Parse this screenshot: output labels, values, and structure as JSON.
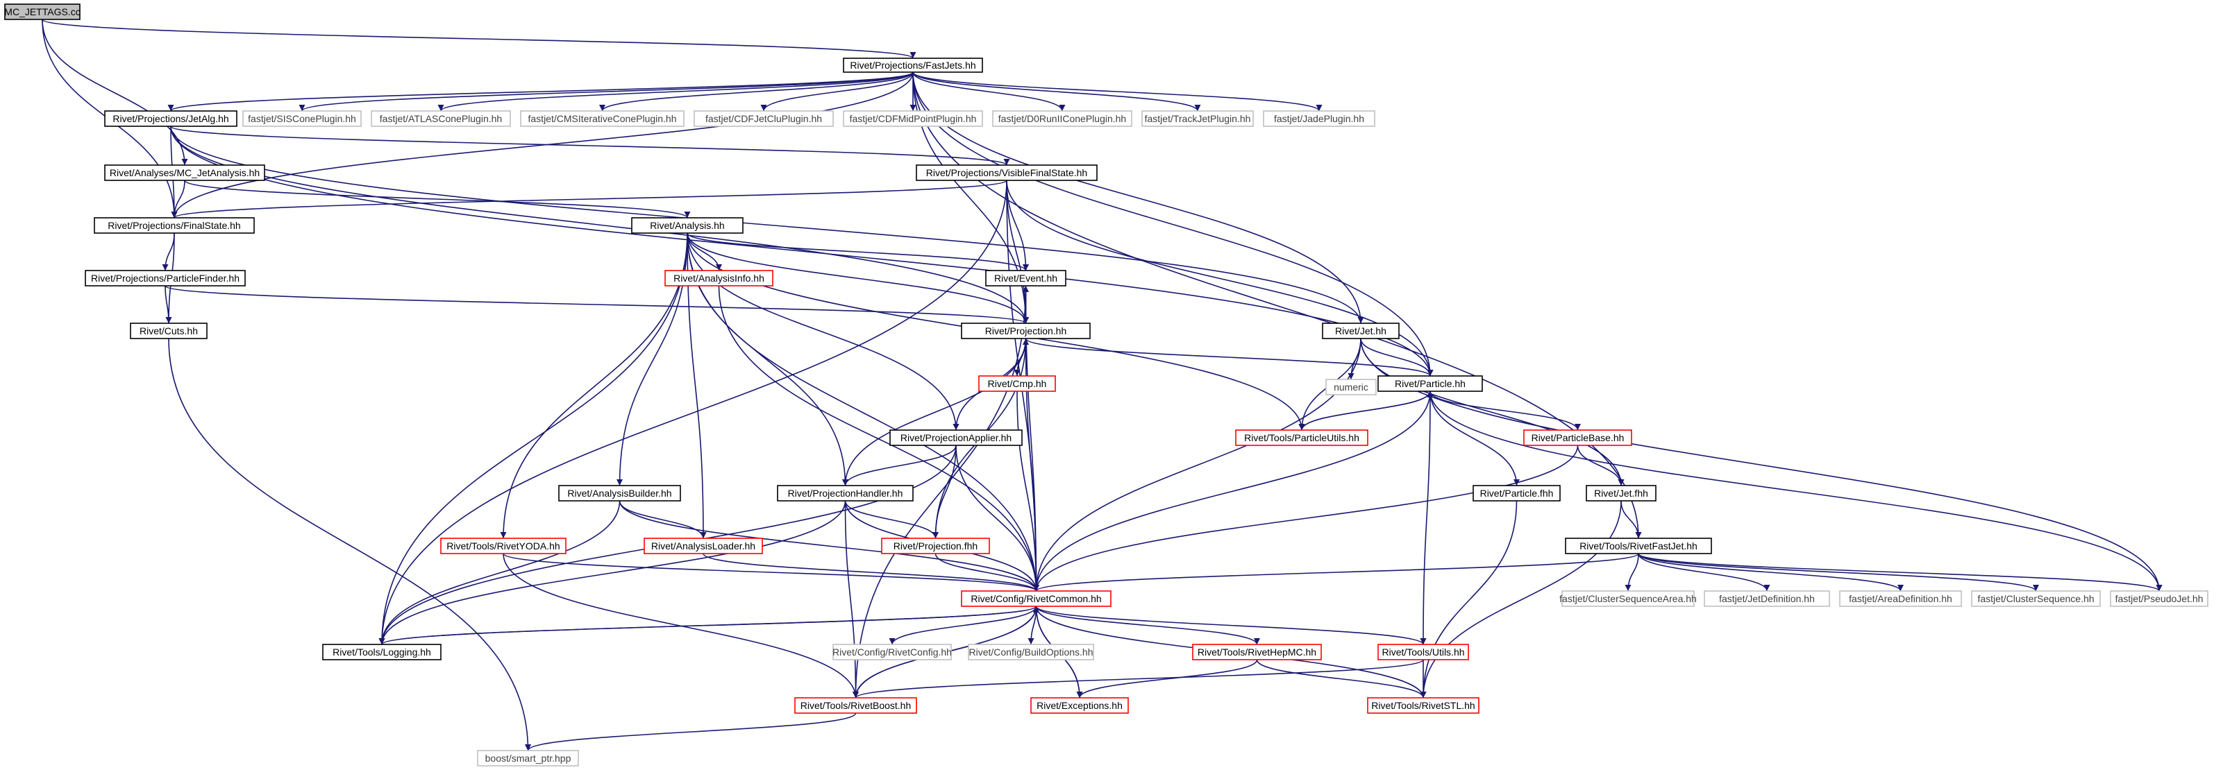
{
  "title": "MC_JETTAGS.cc",
  "colors": {
    "edge": "#191970",
    "documented_border": "#000000",
    "undocumented_border": "#ff0000",
    "external_border": "#bfbfbf",
    "root_fill": "#bfbfbf",
    "text": "#000000",
    "external_text": "#404040"
  },
  "nodes": [
    {
      "id": "n0",
      "label": "MC_JETTAGS.cc",
      "kind": "root"
    },
    {
      "id": "n1",
      "label": "Rivet/Projections/FastJets.hh",
      "kind": "doc"
    },
    {
      "id": "n2",
      "label": "Rivet/Projections/JetAlg.hh",
      "kind": "doc"
    },
    {
      "id": "n3",
      "label": "fastjet/SISConePlugin.hh",
      "kind": "ext"
    },
    {
      "id": "n4",
      "label": "fastjet/ATLASConePlugin.hh",
      "kind": "ext"
    },
    {
      "id": "n5",
      "label": "fastjet/CMSIterativeConePlugin.hh",
      "kind": "ext"
    },
    {
      "id": "n6",
      "label": "fastjet/CDFJetCluPlugin.hh",
      "kind": "ext"
    },
    {
      "id": "n7",
      "label": "fastjet/CDFMidPointPlugin.hh",
      "kind": "ext"
    },
    {
      "id": "n8",
      "label": "fastjet/D0RunIIConePlugin.hh",
      "kind": "ext"
    },
    {
      "id": "n9",
      "label": "fastjet/TrackJetPlugin.hh",
      "kind": "ext"
    },
    {
      "id": "n10",
      "label": "fastjet/JadePlugin.hh",
      "kind": "ext"
    },
    {
      "id": "n11",
      "label": "Rivet/Analyses/MC_JetAnalysis.hh",
      "kind": "doc"
    },
    {
      "id": "n12",
      "label": "Rivet/Projections/VisibleFinalState.hh",
      "kind": "doc"
    },
    {
      "id": "n13",
      "label": "Rivet/Projections/FinalState.hh",
      "kind": "doc"
    },
    {
      "id": "n14",
      "label": "Rivet/Analysis.hh",
      "kind": "doc"
    },
    {
      "id": "n15",
      "label": "Rivet/Projections/ParticleFinder.hh",
      "kind": "doc"
    },
    {
      "id": "n16",
      "label": "Rivet/AnalysisInfo.hh",
      "kind": "undoc"
    },
    {
      "id": "n17",
      "label": "Rivet/Event.hh",
      "kind": "doc"
    },
    {
      "id": "n18",
      "label": "Rivet/Cuts.hh",
      "kind": "doc"
    },
    {
      "id": "n19",
      "label": "Rivet/Projection.hh",
      "kind": "doc"
    },
    {
      "id": "n20",
      "label": "Rivet/Jet.hh",
      "kind": "doc"
    },
    {
      "id": "n21",
      "label": "Rivet/Cmp.hh",
      "kind": "undoc"
    },
    {
      "id": "n22",
      "label": "numeric",
      "kind": "ext"
    },
    {
      "id": "n23",
      "label": "Rivet/Particle.hh",
      "kind": "doc"
    },
    {
      "id": "n24",
      "label": "Rivet/Tools/ParticleUtils.hh",
      "kind": "undoc"
    },
    {
      "id": "n25",
      "label": "Rivet/ParticleBase.hh",
      "kind": "undoc"
    },
    {
      "id": "n26",
      "label": "Rivet/ProjectionApplier.hh",
      "kind": "doc"
    },
    {
      "id": "n27",
      "label": "Rivet/AnalysisBuilder.hh",
      "kind": "doc"
    },
    {
      "id": "n28",
      "label": "Rivet/ProjectionHandler.hh",
      "kind": "doc"
    },
    {
      "id": "n29",
      "label": "Rivet/Particle.fhh",
      "kind": "doc"
    },
    {
      "id": "n30",
      "label": "Rivet/Jet.fhh",
      "kind": "doc"
    },
    {
      "id": "n31",
      "label": "Rivet/Tools/RivetYODA.hh",
      "kind": "undoc"
    },
    {
      "id": "n32",
      "label": "Rivet/AnalysisLoader.hh",
      "kind": "undoc"
    },
    {
      "id": "n33",
      "label": "Rivet/Projection.fhh",
      "kind": "undoc"
    },
    {
      "id": "n34",
      "label": "Rivet/Tools/RivetFastJet.hh",
      "kind": "doc"
    },
    {
      "id": "n35",
      "label": "Rivet/Config/RivetCommon.hh",
      "kind": "undoc"
    },
    {
      "id": "n36",
      "label": "fastjet/ClusterSequenceArea.hh",
      "kind": "ext"
    },
    {
      "id": "n37",
      "label": "fastjet/JetDefinition.hh",
      "kind": "ext"
    },
    {
      "id": "n38",
      "label": "fastjet/AreaDefinition.hh",
      "kind": "ext"
    },
    {
      "id": "n39",
      "label": "fastjet/ClusterSequence.hh",
      "kind": "ext"
    },
    {
      "id": "n40",
      "label": "fastjet/PseudoJet.hh",
      "kind": "ext"
    },
    {
      "id": "n41",
      "label": "Rivet/Tools/Logging.hh",
      "kind": "doc"
    },
    {
      "id": "n42",
      "label": "Rivet/Config/RivetConfig.hh",
      "kind": "ext"
    },
    {
      "id": "n43",
      "label": "Rivet/Config/BuildOptions.hh",
      "kind": "ext"
    },
    {
      "id": "n44",
      "label": "Rivet/Tools/RivetHepMC.hh",
      "kind": "undoc"
    },
    {
      "id": "n45",
      "label": "Rivet/Tools/Utils.hh",
      "kind": "undoc"
    },
    {
      "id": "n46",
      "label": "Rivet/Tools/RivetBoost.hh",
      "kind": "undoc"
    },
    {
      "id": "n47",
      "label": "Rivet/Exceptions.hh",
      "kind": "undoc"
    },
    {
      "id": "n48",
      "label": "Rivet/Tools/RivetSTL.hh",
      "kind": "undoc"
    },
    {
      "id": "n49",
      "label": "boost/smart_ptr.hpp",
      "kind": "ext"
    }
  ],
  "edges": [
    [
      "n0",
      "n1"
    ],
    [
      "n0",
      "n11"
    ],
    [
      "n0",
      "n13"
    ],
    [
      "n1",
      "n2"
    ],
    [
      "n1",
      "n3"
    ],
    [
      "n1",
      "n4"
    ],
    [
      "n1",
      "n5"
    ],
    [
      "n1",
      "n6"
    ],
    [
      "n1",
      "n7"
    ],
    [
      "n1",
      "n8"
    ],
    [
      "n1",
      "n9"
    ],
    [
      "n1",
      "n10"
    ],
    [
      "n1",
      "n13"
    ],
    [
      "n1",
      "n19"
    ],
    [
      "n1",
      "n20"
    ],
    [
      "n1",
      "n23"
    ],
    [
      "n1",
      "n34"
    ],
    [
      "n2",
      "n12"
    ],
    [
      "n2",
      "n13"
    ],
    [
      "n2",
      "n19"
    ],
    [
      "n2",
      "n20"
    ],
    [
      "n2",
      "n23"
    ],
    [
      "n11",
      "n13"
    ],
    [
      "n11",
      "n14"
    ],
    [
      "n12",
      "n13"
    ],
    [
      "n12",
      "n17"
    ],
    [
      "n12",
      "n19"
    ],
    [
      "n12",
      "n23"
    ],
    [
      "n12",
      "n35"
    ],
    [
      "n12",
      "n41"
    ],
    [
      "n13",
      "n15"
    ],
    [
      "n13",
      "n18"
    ],
    [
      "n15",
      "n18"
    ],
    [
      "n15",
      "n19"
    ],
    [
      "n14",
      "n16"
    ],
    [
      "n14",
      "n17"
    ],
    [
      "n14",
      "n19"
    ],
    [
      "n14",
      "n24"
    ],
    [
      "n14",
      "n26"
    ],
    [
      "n14",
      "n27"
    ],
    [
      "n14",
      "n28"
    ],
    [
      "n14",
      "n31"
    ],
    [
      "n14",
      "n32"
    ],
    [
      "n14",
      "n35"
    ],
    [
      "n14",
      "n41"
    ],
    [
      "n16",
      "n35"
    ],
    [
      "n17",
      "n19"
    ],
    [
      "n17",
      "n35"
    ],
    [
      "n17",
      "n46"
    ],
    [
      "n18",
      "n49"
    ],
    [
      "n19",
      "n17"
    ],
    [
      "n19",
      "n21"
    ],
    [
      "n19",
      "n23"
    ],
    [
      "n19",
      "n26"
    ],
    [
      "n19",
      "n28"
    ],
    [
      "n19",
      "n33"
    ],
    [
      "n19",
      "n35"
    ],
    [
      "n20",
      "n22"
    ],
    [
      "n20",
      "n23"
    ],
    [
      "n20",
      "n24"
    ],
    [
      "n20",
      "n30"
    ],
    [
      "n20",
      "n35"
    ],
    [
      "n20",
      "n40"
    ],
    [
      "n21",
      "n19"
    ],
    [
      "n21",
      "n35"
    ],
    [
      "n23",
      "n24"
    ],
    [
      "n23",
      "n25"
    ],
    [
      "n23",
      "n29"
    ],
    [
      "n23",
      "n35"
    ],
    [
      "n23",
      "n40"
    ],
    [
      "n23",
      "n45"
    ],
    [
      "n24",
      "n23"
    ],
    [
      "n25",
      "n30"
    ],
    [
      "n25",
      "n35"
    ],
    [
      "n26",
      "n28"
    ],
    [
      "n26",
      "n33"
    ],
    [
      "n26",
      "n35"
    ],
    [
      "n26",
      "n41"
    ],
    [
      "n27",
      "n32"
    ],
    [
      "n27",
      "n35"
    ],
    [
      "n27",
      "n41"
    ],
    [
      "n28",
      "n33"
    ],
    [
      "n28",
      "n35"
    ],
    [
      "n28",
      "n41"
    ],
    [
      "n28",
      "n46"
    ],
    [
      "n29",
      "n48"
    ],
    [
      "n30",
      "n34"
    ],
    [
      "n30",
      "n48"
    ],
    [
      "n31",
      "n35"
    ],
    [
      "n31",
      "n46"
    ],
    [
      "n32",
      "n35"
    ],
    [
      "n33",
      "n35"
    ],
    [
      "n34",
      "n35"
    ],
    [
      "n34",
      "n36"
    ],
    [
      "n34",
      "n37"
    ],
    [
      "n34",
      "n38"
    ],
    [
      "n34",
      "n39"
    ],
    [
      "n34",
      "n40"
    ],
    [
      "n35",
      "n41"
    ],
    [
      "n35",
      "n42"
    ],
    [
      "n35",
      "n43"
    ],
    [
      "n35",
      "n44"
    ],
    [
      "n35",
      "n45"
    ],
    [
      "n35",
      "n46"
    ],
    [
      "n35",
      "n47"
    ],
    [
      "n35",
      "n48"
    ],
    [
      "n41",
      "n35"
    ],
    [
      "n44",
      "n47"
    ],
    [
      "n44",
      "n48"
    ],
    [
      "n45",
      "n46"
    ],
    [
      "n45",
      "n48"
    ],
    [
      "n46",
      "n35"
    ],
    [
      "n46",
      "n49"
    ],
    [
      "n47",
      "n35"
    ]
  ]
}
